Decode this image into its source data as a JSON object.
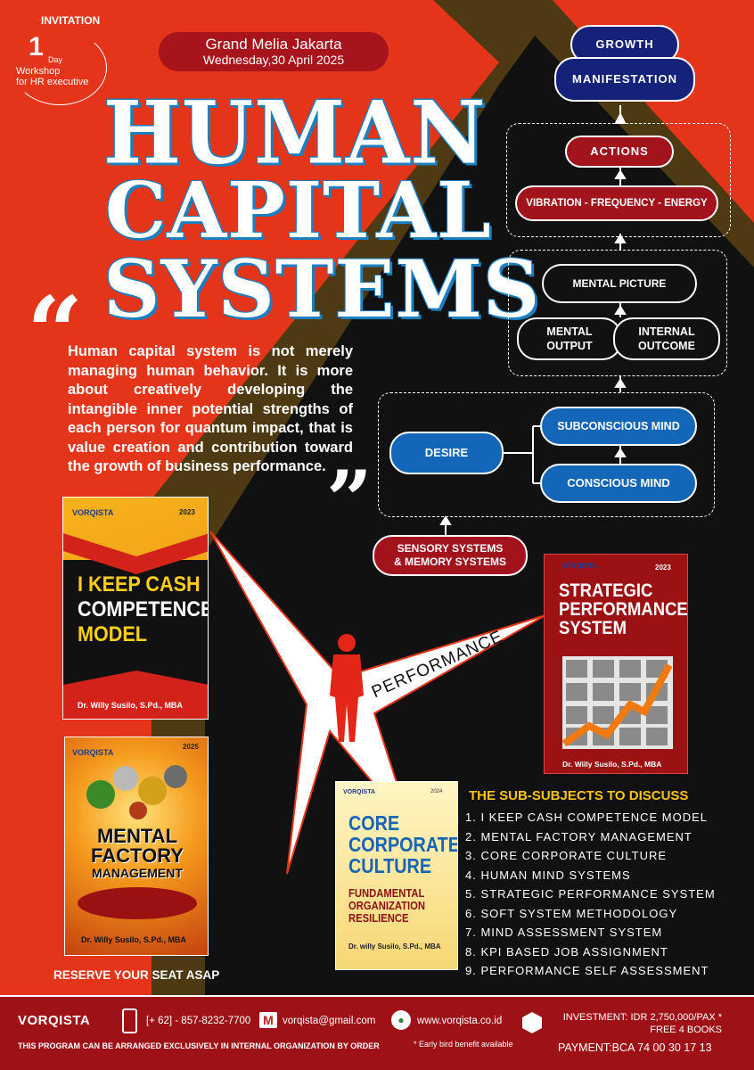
{
  "header": {
    "invitation": "INVITATION",
    "day_number": "1",
    "day_word": "Day",
    "workshop_line1": "Workshop",
    "workshop_line2": "for HR executive",
    "venue": "Grand Melia Jakarta",
    "date": "Wednesday,30 April  2025"
  },
  "title": {
    "line1": "HUMAN",
    "line2": "CAPITAL",
    "line3": "SYSTEMS"
  },
  "quote": {
    "open": "“",
    "close": "”",
    "text": "Human capital system is not merely managing human behavior. It is more about creatively developing the intangible inner potential strengths of each person for quantum impact, that is value creation and contribution toward the growth of business performance."
  },
  "flow": {
    "growth": "GROWTH",
    "manifestation": "MANIFESTATION",
    "actions": "ACTIONS",
    "vibration": "VIBRATION - FREQUENCY - ENERGY",
    "mental_picture": "MENTAL PICTURE",
    "mental_output_1": "MENTAL",
    "mental_output_2": "OUTPUT",
    "internal_outcome_1": "INTERNAL",
    "internal_outcome_2": "OUTCOME",
    "desire": "DESIRE",
    "subconscious": "SUBCONSCIOUS MIND",
    "conscious": "CONSCIOUS MIND",
    "sensory_1": "SENSORY  SYSTEMS",
    "sensory_2": "& MEMORY SYSTEMS"
  },
  "star": {
    "competence": "COMPETENCE",
    "performance": "PERFORMANCE",
    "culture": "CULTURE"
  },
  "books": [
    {
      "logo": "VORQISTA",
      "year": "2023",
      "title_1": "I KEEP CASH",
      "title_2": "COMPETENCE",
      "title_3": "MODEL",
      "author": "Dr. Willy Susilo, S.Pd., MBA"
    },
    {
      "logo": "VORQISTA",
      "year": "2025",
      "title_1": "MENTAL",
      "title_2": "FACTORY",
      "title_3": "MANAGEMENT",
      "author": "Dr. Willy Susilo, S.Pd., MBA"
    },
    {
      "logo": "VORQISTA",
      "year": "2024",
      "title_1": "CORE",
      "title_2": "CORPORATE",
      "title_3": "CULTURE",
      "subtitle_1": "FUNDAMENTAL",
      "subtitle_2": "ORGANIZATION",
      "subtitle_3": "RESILIENCE",
      "author": "Dr. willy Susilo, S.Pd., MBA"
    },
    {
      "logo": "VORQISTA",
      "year": "2023",
      "title_1": "STRATEGIC",
      "title_2": "PERFORMANCE",
      "title_3": "SYSTEM",
      "author": "Dr. Willy Susilo, S.Pd., MBA"
    }
  ],
  "reserve": "RESERVE YOUR SEAT ASAP",
  "subjects": {
    "heading": "THE SUB-SUBJECTS TO DISCUSS",
    "items": [
      "1. I KEEP CASH COMPETENCE MODEL",
      "2. MENTAL FACTORY MANAGEMENT",
      "3. CORE CORPORATE CULTURE",
      "4. HUMAN MIND SYSTEMS",
      "5. STRATEGIC PERFORMANCE SYSTEM",
      "6. SOFT SYSTEM METHODOLOGY",
      "7. MIND ASSESSMENT SYSTEM",
      "8. KPI BASED JOB ASSIGNMENT",
      "9. PERFORMANCE SELF ASSESSMENT"
    ]
  },
  "footer": {
    "brand": "VORQISTA",
    "phone": "[+ 62] - 857-8232-7700",
    "email": "vorqista@gmail.com",
    "website": "www.vorqista.co.id",
    "investment_1": "INVESTMENT: IDR 2,750,000/PAX *",
    "investment_2": "FREE 4 BOOKS",
    "payment": "PAYMENT:BCA 74 00 30 17 13",
    "note": "THIS PROGRAM CAN BE  ARRANGED  EXCLUSIVELY  IN INTERNAL ORGANIZATION BY ORDER",
    "early_bird": "* Early bird benefit available"
  },
  "colors": {
    "background_red": "#e4351b",
    "dark_band": "#4a3a14",
    "black_panel": "#111111",
    "navy": "#15227a",
    "deep_red": "#a3131b",
    "blue": "#1466b8",
    "yellow": "#f8c31a"
  },
  "icons": [
    "phone-icon",
    "mail-icon",
    "globe-icon",
    "hexagon-icon",
    "arrow-up-icon",
    "human-figure-icon"
  ]
}
